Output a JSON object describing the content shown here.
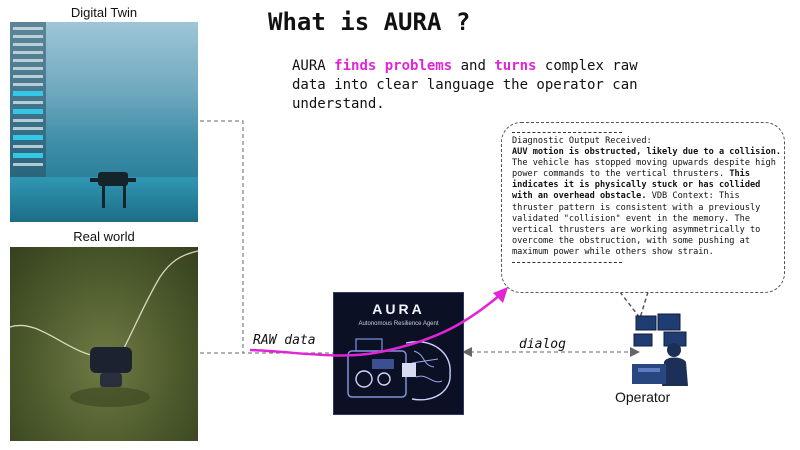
{
  "diagram": {
    "title": "What is AURA ?",
    "intro": {
      "part1": "AURA ",
      "highlight1": "finds problems",
      "part2": " and ",
      "highlight2": "turns",
      "part3": " complex raw data into clear language the operator can understand."
    },
    "digital_twin_label": "Digital Twin",
    "real_world_label": "Real world",
    "raw_data_label": "RAW data",
    "dialog_label": "dialog",
    "operator_label": "Operator",
    "aura_box": {
      "name": "AURA",
      "subtitle": "Autonomous Resilience Agent"
    },
    "diagnostic": {
      "heading": "Diagnostic Output Received:",
      "bold1": "AUV motion is obstructed, likely due to a collision.",
      "text1": " The vehicle has stopped moving upwards despite high power commands to the vertical thrusters. ",
      "bold2": "This indicates it is physically stuck or has collided with an overhead obstacle.",
      "text2": " VDB Context: This thruster pattern is consistent with a previously validated \"collision\" event in the memory. The vertical thrusters are working asymmetrically to overcome the obstruction, with some pushing at maximum power while others show strain."
    },
    "colors": {
      "highlight": "#e224d8",
      "arrow": "#e224d8",
      "aura_bg": "#0c1024",
      "connector": "#666666"
    }
  }
}
